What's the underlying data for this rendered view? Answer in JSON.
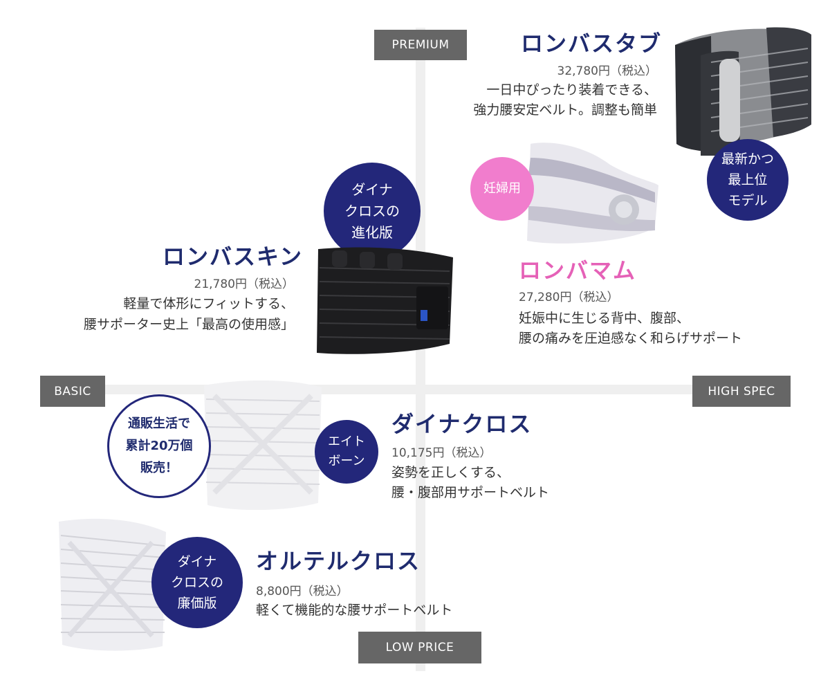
{
  "axes": {
    "top": "PREMIUM",
    "bottom": "LOW PRICE",
    "left": "BASIC",
    "right": "HIGH SPEC"
  },
  "products": {
    "lonbastab": {
      "name": "ロンバスタブ",
      "price": "32,780円（税込）",
      "desc_line1": "一日中ぴったり装着できる、",
      "desc_line2": "強力腰安定ベルト。調整も簡単",
      "badge": "最新かつ\n最上位\nモデル"
    },
    "lonbamam": {
      "name": "ロンバマム",
      "price": "27,280円（税込）",
      "desc_line1": "妊娠中に生じる背中、腹部、",
      "desc_line2": "腰の痛みを圧迫感なく和らげサポート",
      "badge": "妊婦用"
    },
    "lonbaskin": {
      "name": "ロンバスキン",
      "price": "21,780円（税込）",
      "desc_line1": "軽量で体形にフィットする、",
      "desc_line2": "腰サポーター史上「最高の使用感」",
      "badge": "ダイナ\nクロスの\n進化版"
    },
    "dynacross": {
      "name": "ダイナクロス",
      "price": "10,175円（税込）",
      "desc_line1": "姿勢を正しくする、",
      "desc_line2": "腰・腹部用サポートベルト",
      "badge": "エイト\nボーン",
      "sales_badge": "通販生活で\n累計20万個\n販売！"
    },
    "orteru": {
      "name": "オルテルクロス",
      "price": "8,800円（税込）",
      "desc_line1": "軽くて機能的な腰サポートベルト",
      "badge": "ダイナ\nクロスの\n廉価版"
    }
  },
  "colors": {
    "navy": "#23277a",
    "pink": "#e561b7",
    "axis_label_bg": "#666666"
  }
}
